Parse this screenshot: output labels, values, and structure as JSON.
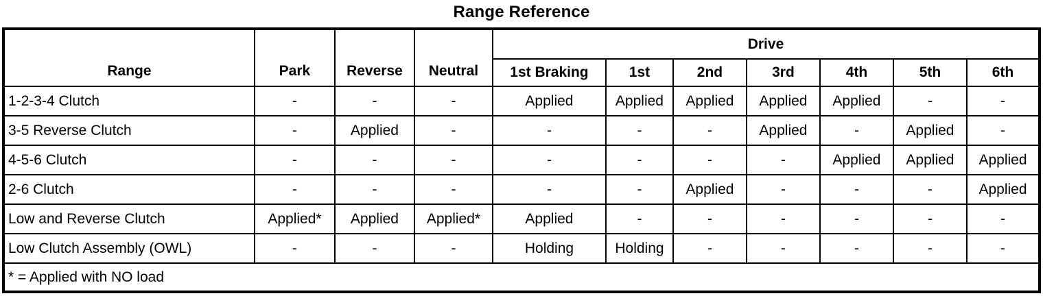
{
  "title": "Range Reference",
  "table": {
    "range_header": "Range",
    "park_header": "Park",
    "reverse_header": "Reverse",
    "neutral_header": "Neutral",
    "drive_header": "Drive",
    "drive_subheaders": [
      "1st Braking",
      "1st",
      "2nd",
      "3rd",
      "4th",
      "5th",
      "6th"
    ],
    "rows": [
      {
        "label": "1-2-3-4 Clutch",
        "cells": [
          "-",
          "-",
          "-",
          "Applied",
          "Applied",
          "Applied",
          "Applied",
          "Applied",
          "-",
          "-"
        ]
      },
      {
        "label": "3-5 Reverse Clutch",
        "cells": [
          "-",
          "Applied",
          "-",
          "-",
          "-",
          "-",
          "Applied",
          "-",
          "Applied",
          "-"
        ]
      },
      {
        "label": "4-5-6 Clutch",
        "cells": [
          "-",
          "-",
          "-",
          "-",
          "-",
          "-",
          "-",
          "Applied",
          "Applied",
          "Applied"
        ]
      },
      {
        "label": "2-6 Clutch",
        "cells": [
          "-",
          "-",
          "-",
          "-",
          "-",
          "Applied",
          "-",
          "-",
          "-",
          "Applied"
        ]
      },
      {
        "label": "Low and Reverse Clutch",
        "cells": [
          "Applied*",
          "Applied",
          "Applied*",
          "Applied",
          "-",
          "-",
          "-",
          "-",
          "-",
          "-"
        ]
      },
      {
        "label": "Low Clutch Assembly (OWL)",
        "cells": [
          "-",
          "-",
          "-",
          "Holding",
          "Holding",
          "-",
          "-",
          "-",
          "-",
          "-"
        ]
      }
    ],
    "footnote": "* = Applied with NO load"
  },
  "colors": {
    "text": "#000000",
    "background": "#ffffff",
    "border": "#000000"
  }
}
